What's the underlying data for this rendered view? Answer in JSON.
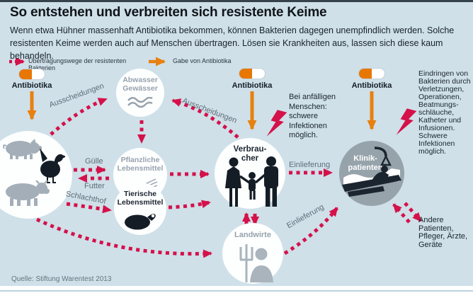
{
  "header": {
    "title": "So entstehen und verbreiten sich resistente Keime",
    "subtitle": "Wenn etwa Hühner massenhaft Antibiotika bekommen, können Bakterien dagegen unempfindlich werden. Solche resistenten Keime werden auch auf Menschen übertragen. Lösen sie Krankheiten aus, lassen sich diese kaum behandeln."
  },
  "legend": {
    "transmission_label": "Übertragungswege der resistenten Bakterien",
    "antibiotics_label": "Gabe von Antibiotika"
  },
  "labels": {
    "antibiotika": "Antibiotika"
  },
  "nodes": {
    "abwasser": {
      "line1": "Abwasser",
      "line2": "Gewässer"
    },
    "pflanzliche": {
      "line1": "Pflanzliche",
      "line2": "Lebensmittel"
    },
    "tierische": {
      "line1": "Tierische",
      "line2": "Lebensmittel"
    },
    "verbraucher": {
      "line1": "Verbrau-",
      "line2": "cher"
    },
    "landwirte": {
      "label": "Landwirte"
    },
    "klinik": {
      "line1": "Klinik-",
      "line2": "patienten"
    }
  },
  "edge_labels": {
    "ausscheidungen_left": "Ausscheidungen",
    "ausscheidungen_right": "Ausscheidungen",
    "guelle": "Gülle",
    "futter": "Futter",
    "schlachthof": "Schlachthof",
    "einlieferung_top": "Einlieferung",
    "einlieferung_bottom": "Einlieferung"
  },
  "annotations": {
    "consumer_risk": "Bei anfälligen Menschen: schwere Infektionen möglich.",
    "clinic_risk": "Eindringen von Bakterien durch Verletzungen, Operationen, Beatmungs-schläuche, Katheter und Infusionen. Schwere Infektionen möglich.",
    "clinic_contacts": "Andere Patienten, Pfleger, Ärzte, Geräte"
  },
  "source": "Quelle: Stiftung Warentest 2013",
  "colors": {
    "background": "#cfe0e9",
    "accent_red": "#d5114a",
    "accent_orange": "#e8800f",
    "capsule_orange": "#e87603",
    "clinic_circle": "#97a3ab",
    "silhouette_gray": "#a3aeb8"
  }
}
